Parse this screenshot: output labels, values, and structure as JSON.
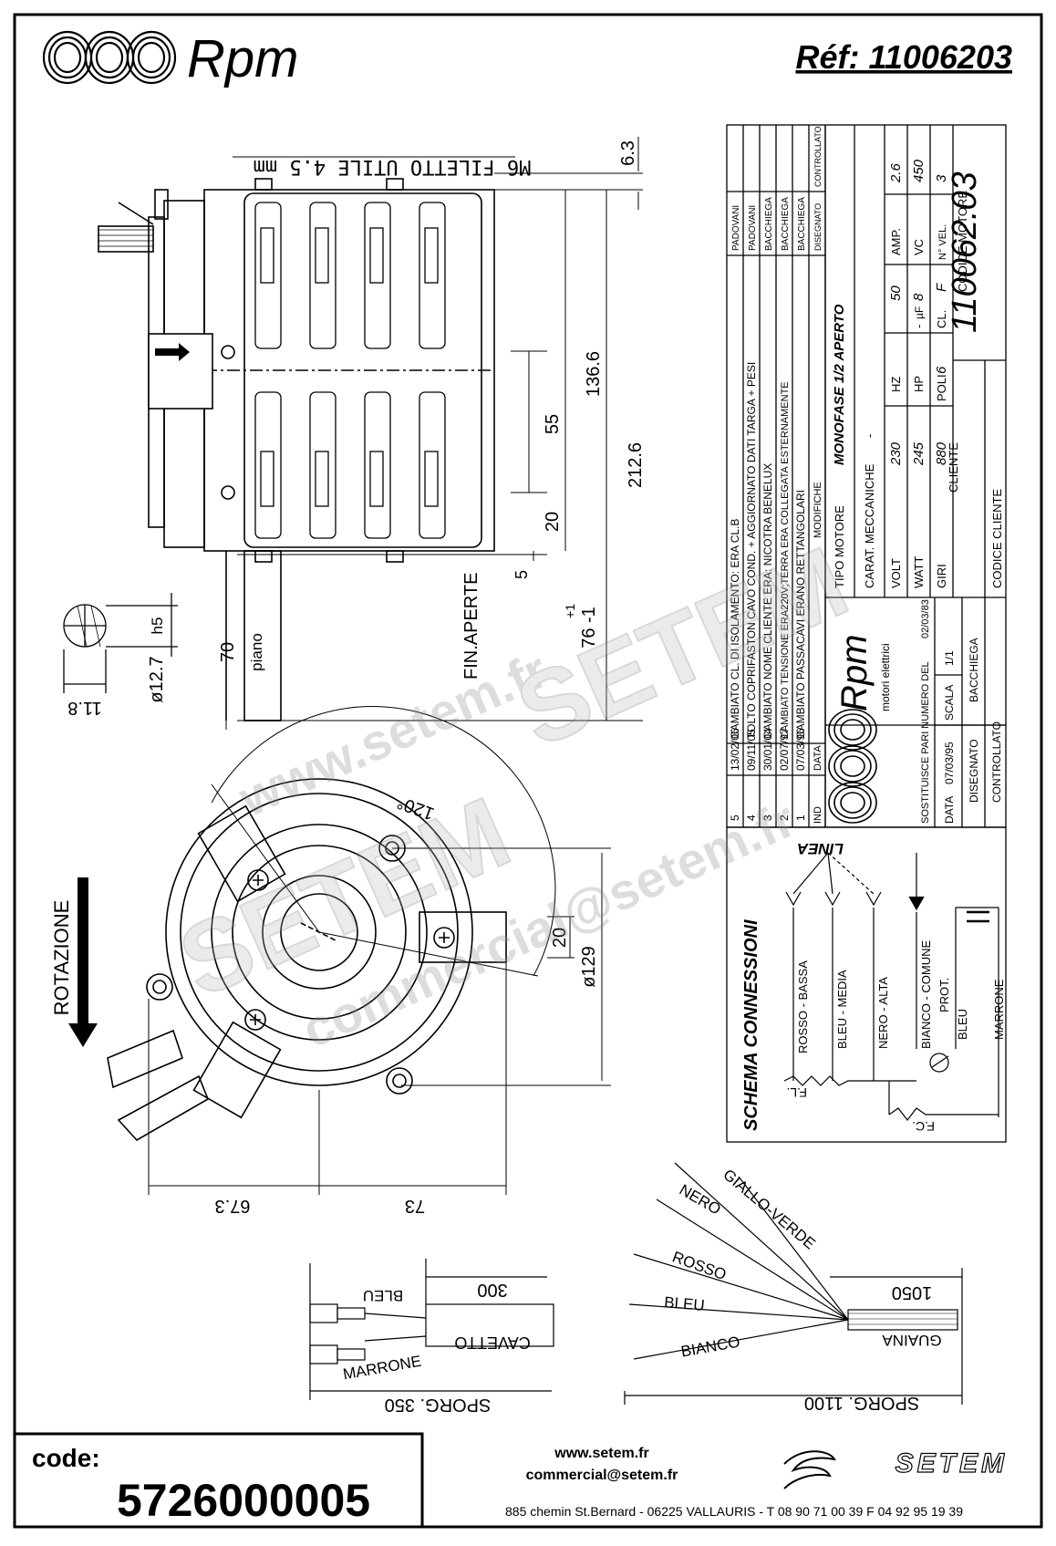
{
  "header": {
    "brand": "Rpm",
    "reference": "Réf: 11006203"
  },
  "revisions": [
    {
      "ind": "5",
      "data": "13/02/06",
      "modifiche": "CAMBIATO CL. DI ISOLAMENTO: ERA CL.B",
      "by": "PADOVANI"
    },
    {
      "ind": "4",
      "data": "09/11/05",
      "modifiche": "TOLTO COPRIFASTON CAVO COND. + AGGIORNATO DATI TARGA + PESI",
      "by": "PADOVANI"
    },
    {
      "ind": "3",
      "data": "30/01/04",
      "modifiche": "CAMBIATO NOME CLIENTE ERA: NICOTRA BENELUX",
      "by": "BACCHIEGA"
    },
    {
      "ind": "2",
      "data": "02/07/97",
      "modifiche": "CAMBIATO TENSIONE ERA220V;TERRA ERA COLLEGATA ESTERNAMENTE",
      "by": "BACCHIEGA"
    },
    {
      "ind": "1",
      "data": "07/03/96",
      "modifiche": "CAMBIATO PASSACAVI ERANO RETTANGOLARI",
      "by": "BACCHIEGA"
    }
  ],
  "revision_header": {
    "ind": "IND",
    "data": "DATA",
    "modifiche": "MODIFICHE",
    "disegnato": "DISEGNATO",
    "controllato": "CONTROLLATO"
  },
  "motor": {
    "tipo_label": "TIPO MOTORE",
    "tipo": "MONOFASE 1/2 APERTO",
    "carat_label": "CARAT. MECCANICHE",
    "carat": "-",
    "volt_label": "VOLT",
    "volt": "230",
    "hz_label": "HZ",
    "hz": "50",
    "amp_label": "AMP.",
    "amp": "2.6",
    "watt_label": "WATT",
    "watt": "245",
    "hp_label": "HP",
    "hp": "-",
    "uf_label": "µF",
    "uf": "8",
    "vc_label": "VC",
    "vc": "450",
    "giri_label": "GIRI",
    "giri": "880",
    "poli_label": "POLI",
    "poli": "6",
    "cl_label": "CL.",
    "cl": "F",
    "nvel_label": "N° VEL.",
    "nvel": "3",
    "cliente_label": "CLIENTE",
    "codice_motore_label": "CODICE MOTORE",
    "codice_motore": "110062.03",
    "codice_cliente_label": "CODICE CLIENTE"
  },
  "titleblock": {
    "company_sub": "motori elettrici",
    "sostituisce_label": "SOSTITUISCE PARI NUMERO DEL",
    "sostituisce_date": "02/03/83",
    "data_label": "DATA",
    "data": "07/03/95",
    "scala_label": "SCALA",
    "scala": "1/1",
    "disegnato_label": "DISEGNATO",
    "disegnato": "BACCHIEGA",
    "controllato_label": "CONTROLLATO"
  },
  "dimensions": {
    "thread": "M6 FILETTO UTILE 4.5 mm",
    "d63": "6.3",
    "d1366": "136.6",
    "d55": "55",
    "d2126": "212.6",
    "d20a": "20",
    "d5": "5",
    "d70": "70",
    "piano": "piano",
    "fin_aperte": "FIN.APERTE",
    "tol_plus": "+1",
    "tol_76": "76 -1",
    "h5": "h5",
    "d127": "ø12.7",
    "d118": "11.8",
    "rotazione": "ROTAZIONE",
    "a120": "120°",
    "d20b": "20",
    "d129": "ø129",
    "d673": "67.3",
    "d73": "73"
  },
  "wiring": {
    "title": "SCHEMA CONNESSIONI",
    "linea": "LINEA",
    "wires": [
      "ROSSO - BASSA",
      "BLEU - MEDIA",
      "NERO - ALTA",
      "BIANCO - COMUNE",
      "PROT.",
      "BLEU",
      "MARRONE"
    ],
    "fl": "F.L.",
    "fc": "F.C."
  },
  "cables": {
    "bleu": "BLEU",
    "marrone": "MARRONE",
    "d300": "300",
    "cavetto": "CAVETTO",
    "sporg350": "SPORG. 350",
    "giallo_verde": "GIALLO-VERDE",
    "nero": "NERO",
    "rosso": "ROSSO",
    "bleu2": "BLEU",
    "bianco": "BIANCO",
    "d1050": "1050",
    "guaina": "GUAINA",
    "sporg1100": "SPORG. 1100"
  },
  "watermark": {
    "line1": "www.setem.fr",
    "line2": "SETEM",
    "line3": "commercial@setem.fr"
  },
  "footer": {
    "code_label": "code:",
    "code": "5726000005",
    "web": "www.setem.fr",
    "email": "commercial@setem.fr",
    "logo": "SETEM",
    "address": "885 chemin St.Bernard  -  06225 VALLAURIS  -  T 08 90 71 00 39  F 04 92 95 19 39"
  }
}
